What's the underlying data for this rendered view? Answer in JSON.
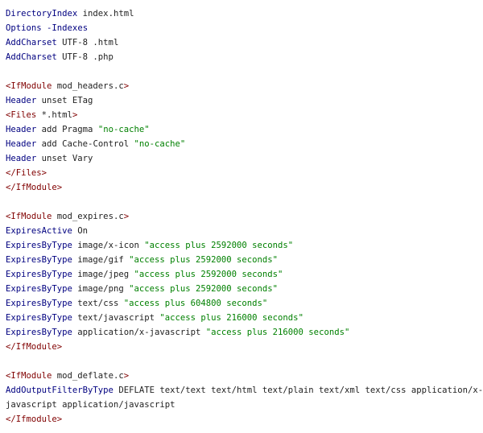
{
  "colors": {
    "directive": "#000080",
    "tag": "#800000",
    "string": "#008000",
    "text": "#222222",
    "background": "#ffffff"
  },
  "code": {
    "lines": [
      [
        {
          "t": "directive",
          "v": "DirectoryIndex"
        },
        {
          "t": "plain",
          "v": " index.html"
        }
      ],
      [
        {
          "t": "directive",
          "v": "Options"
        },
        {
          "t": "plain",
          "v": " "
        },
        {
          "t": "directive",
          "v": "-Indexes"
        }
      ],
      [
        {
          "t": "directive",
          "v": "AddCharset"
        },
        {
          "t": "plain",
          "v": " UTF-8 .html"
        }
      ],
      [
        {
          "t": "directive",
          "v": "AddCharset"
        },
        {
          "t": "plain",
          "v": " UTF-8 .php"
        }
      ],
      [],
      [
        {
          "t": "tag",
          "v": "<IfModule"
        },
        {
          "t": "plain",
          "v": " mod_headers.c"
        },
        {
          "t": "tag",
          "v": ">"
        }
      ],
      [
        {
          "t": "directive",
          "v": "Header"
        },
        {
          "t": "plain",
          "v": " unset ETag"
        }
      ],
      [
        {
          "t": "tag",
          "v": "<Files"
        },
        {
          "t": "plain",
          "v": " *.html"
        },
        {
          "t": "tag",
          "v": ">"
        }
      ],
      [
        {
          "t": "directive",
          "v": "Header"
        },
        {
          "t": "plain",
          "v": " add Pragma "
        },
        {
          "t": "string",
          "v": "\"no-cache\""
        }
      ],
      [
        {
          "t": "directive",
          "v": "Header"
        },
        {
          "t": "plain",
          "v": " add Cache-Control "
        },
        {
          "t": "string",
          "v": "\"no-cache\""
        }
      ],
      [
        {
          "t": "directive",
          "v": "Header"
        },
        {
          "t": "plain",
          "v": " unset Vary"
        }
      ],
      [
        {
          "t": "tag",
          "v": "</Files>"
        }
      ],
      [
        {
          "t": "tag",
          "v": "</IfModule>"
        }
      ],
      [],
      [
        {
          "t": "tag",
          "v": "<IfModule"
        },
        {
          "t": "plain",
          "v": " mod_expires.c"
        },
        {
          "t": "tag",
          "v": ">"
        }
      ],
      [
        {
          "t": "directive",
          "v": "ExpiresActive"
        },
        {
          "t": "plain",
          "v": " On"
        }
      ],
      [
        {
          "t": "directive",
          "v": "ExpiresByType"
        },
        {
          "t": "plain",
          "v": " image/x-icon "
        },
        {
          "t": "string",
          "v": "\"access plus 2592000 seconds\""
        }
      ],
      [
        {
          "t": "directive",
          "v": "ExpiresByType"
        },
        {
          "t": "plain",
          "v": " image/gif "
        },
        {
          "t": "string",
          "v": "\"access plus 2592000 seconds\""
        }
      ],
      [
        {
          "t": "directive",
          "v": "ExpiresByType"
        },
        {
          "t": "plain",
          "v": " image/jpeg "
        },
        {
          "t": "string",
          "v": "\"access plus 2592000 seconds\""
        }
      ],
      [
        {
          "t": "directive",
          "v": "ExpiresByType"
        },
        {
          "t": "plain",
          "v": " image/png "
        },
        {
          "t": "string",
          "v": "\"access plus 2592000 seconds\""
        }
      ],
      [
        {
          "t": "directive",
          "v": "ExpiresByType"
        },
        {
          "t": "plain",
          "v": " text/css "
        },
        {
          "t": "string",
          "v": "\"access plus 604800 seconds\""
        }
      ],
      [
        {
          "t": "directive",
          "v": "ExpiresByType"
        },
        {
          "t": "plain",
          "v": " text/javascript "
        },
        {
          "t": "string",
          "v": "\"access plus 216000 seconds\""
        }
      ],
      [
        {
          "t": "directive",
          "v": "ExpiresByType"
        },
        {
          "t": "plain",
          "v": " application/x-javascript "
        },
        {
          "t": "string",
          "v": "\"access plus 216000 seconds\""
        }
      ],
      [
        {
          "t": "tag",
          "v": "</IfModule>"
        }
      ],
      [],
      [
        {
          "t": "tag",
          "v": "<IfModule"
        },
        {
          "t": "plain",
          "v": " mod_deflate.c"
        },
        {
          "t": "tag",
          "v": ">"
        }
      ],
      [
        {
          "t": "directive",
          "v": "AddOutputFilterByType"
        },
        {
          "t": "plain",
          "v": " DEFLATE text/text text/html text/plain text/xml text/css application/x-"
        }
      ],
      [
        {
          "t": "plain",
          "v": "javascript application/javascript"
        }
      ],
      [
        {
          "t": "tag",
          "v": "</Ifmodule>"
        }
      ]
    ]
  }
}
